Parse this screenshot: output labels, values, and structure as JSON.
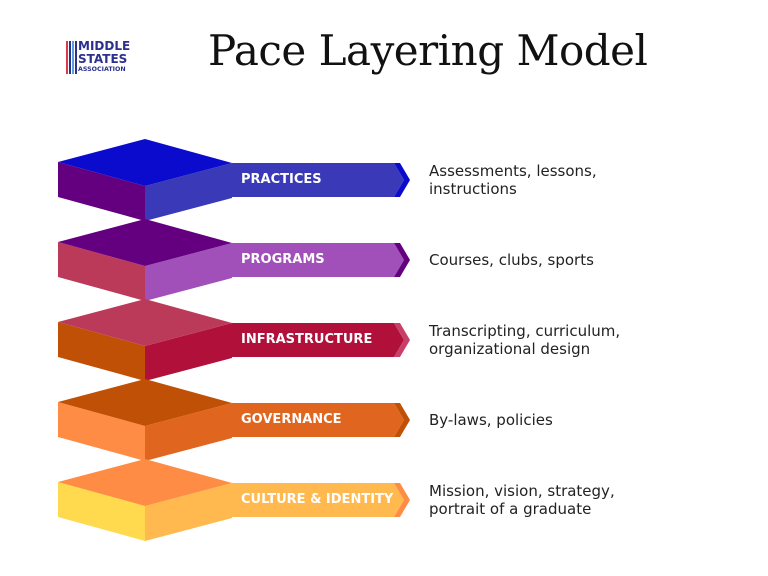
{
  "logo": {
    "line1": "MIDDLE",
    "line2": "STATES",
    "line3": "ASSOCIATION",
    "stripe_colors": [
      "#d8394c",
      "#2b2f8e",
      "#5aa0e0",
      "#2b2f8e"
    ]
  },
  "title": "Pace Layering Model",
  "layers": [
    {
      "label": "PRACTICES",
      "description_line1": "Assessments, lessons,",
      "description_line2": "instructions",
      "colors": {
        "top": "#0a0bcc",
        "left": "#640080",
        "right": "#3a3ab8",
        "banner": "#3a3ab8",
        "chevron": "#0a0bcc"
      }
    },
    {
      "label": "PROGRAMS",
      "description_line1": "Courses, clubs, sports",
      "description_line2": "",
      "colors": {
        "top": "#640080",
        "left": "#bb3a5a",
        "right": "#a050b8",
        "banner": "#a050b8",
        "chevron": "#640080"
      }
    },
    {
      "label": "INFRASTRUCTURE",
      "description_line1": "Transcripting, curriculum,",
      "description_line2": "organizational design",
      "colors": {
        "top": "#bb3a5a",
        "left": "#c05005",
        "right": "#b0103a",
        "banner": "#b0103a",
        "chevron": "#c8406a"
      }
    },
    {
      "label": "GOVERNANCE",
      "description_line1": "By-laws, policies",
      "description_line2": "",
      "colors": {
        "top": "#c05005",
        "left": "#ff8c44",
        "right": "#e06620",
        "banner": "#e06620",
        "chevron": "#c05005"
      }
    },
    {
      "label": "CULTURE & IDENTITY",
      "description_line1": "Mission, vision, strategy,",
      "description_line2": "portrait of a graduate",
      "colors": {
        "top": "#ff8c44",
        "left": "#ffda4e",
        "right": "#ffb94e",
        "banner": "#ffb94e",
        "chevron": "#ff8c44"
      }
    }
  ]
}
